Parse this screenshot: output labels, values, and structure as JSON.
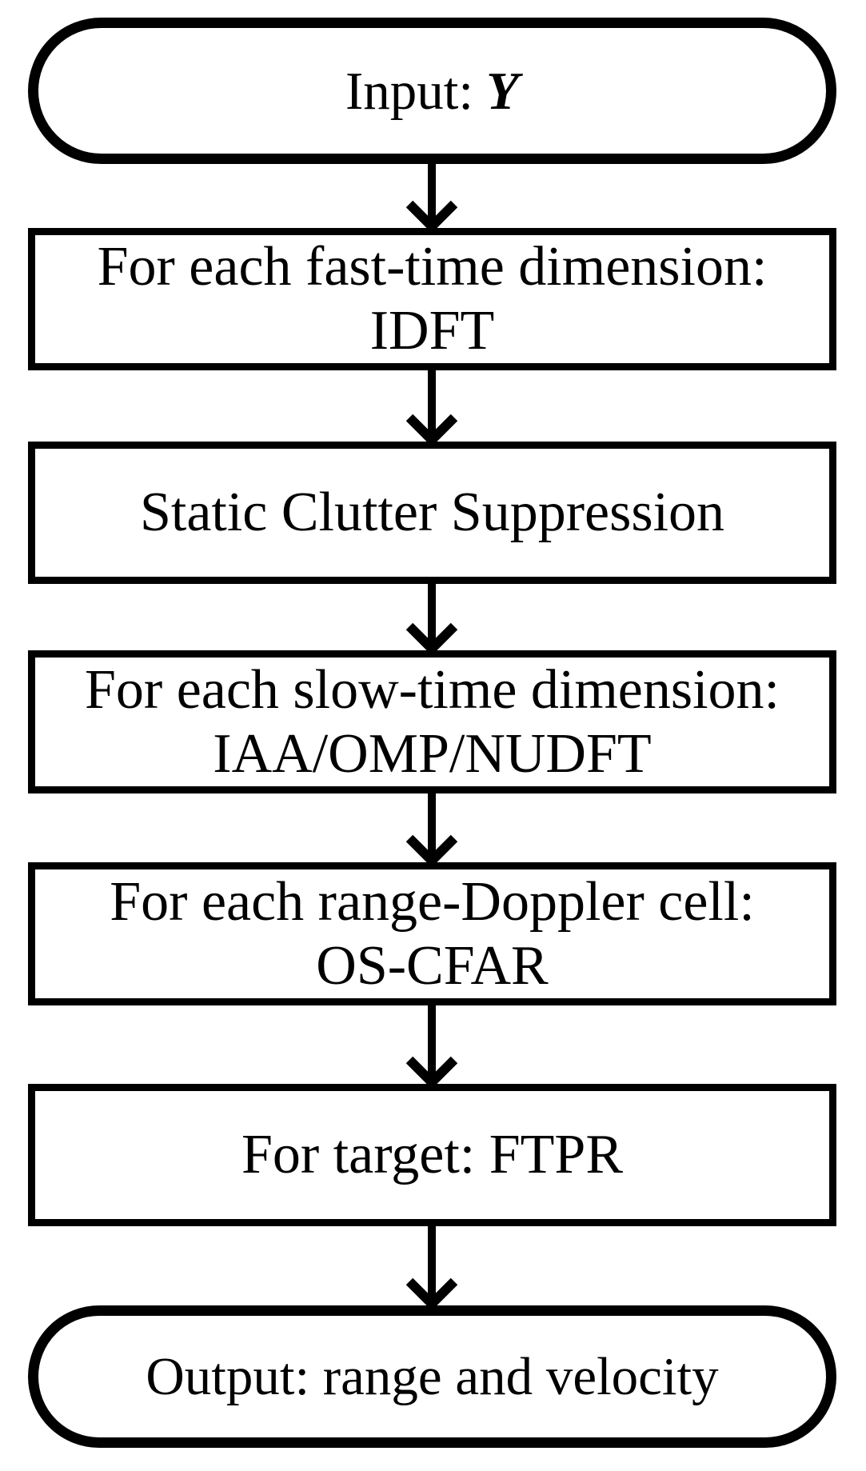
{
  "flowchart": {
    "colors": {
      "stroke": "#000000",
      "fill": "#ffffff",
      "text": "#000000"
    },
    "nodes": [
      {
        "id": "input",
        "shape": "stadium",
        "text": "Input:",
        "symbol": "Y"
      },
      {
        "id": "fast-time-idft",
        "shape": "rect",
        "line1": "For each fast-time dimension:",
        "line2": "IDFT"
      },
      {
        "id": "static-clutter-suppression",
        "shape": "rect",
        "line1": "Static Clutter Suppression"
      },
      {
        "id": "slow-time-estimation",
        "shape": "rect",
        "line1": "For each slow-time dimension:",
        "line2": "IAA/OMP/NUDFT"
      },
      {
        "id": "range-doppler-detection",
        "shape": "rect",
        "line1": "For each range-Doppler cell:",
        "line2": "OS-CFAR"
      },
      {
        "id": "target-ftpr",
        "shape": "rect",
        "line1": "For target: FTPR"
      },
      {
        "id": "output",
        "shape": "stadium",
        "line1": "Output: range and velocity"
      }
    ]
  }
}
